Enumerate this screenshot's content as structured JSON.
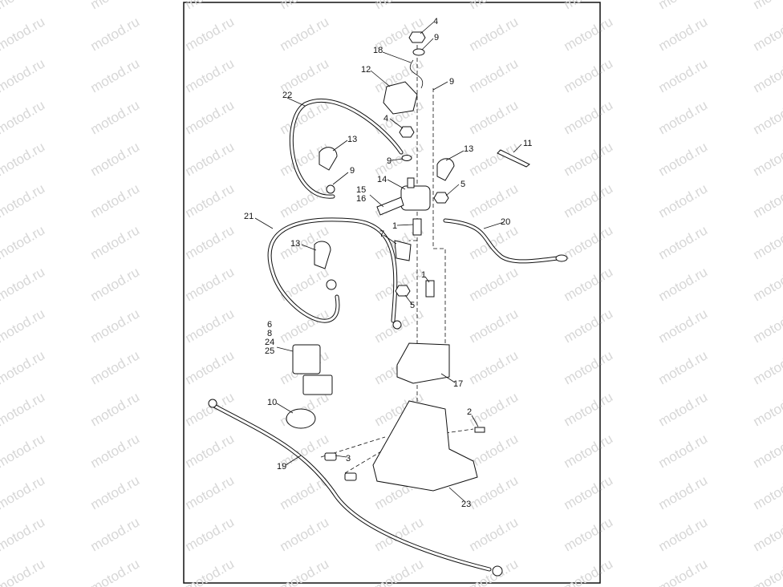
{
  "watermark": {
    "text": "motod.ru",
    "color": "#d7d7d7"
  },
  "callouts": [
    "4",
    "9",
    "18",
    "12",
    "9",
    "22",
    "4",
    "13",
    "9",
    "13",
    "11",
    "9",
    "14",
    "15",
    "16",
    "5",
    "1",
    "20",
    "21",
    "7",
    "13",
    "1",
    "5",
    "6",
    "8",
    "24",
    "25",
    "17",
    "10",
    "2",
    "19",
    "3",
    "23"
  ]
}
